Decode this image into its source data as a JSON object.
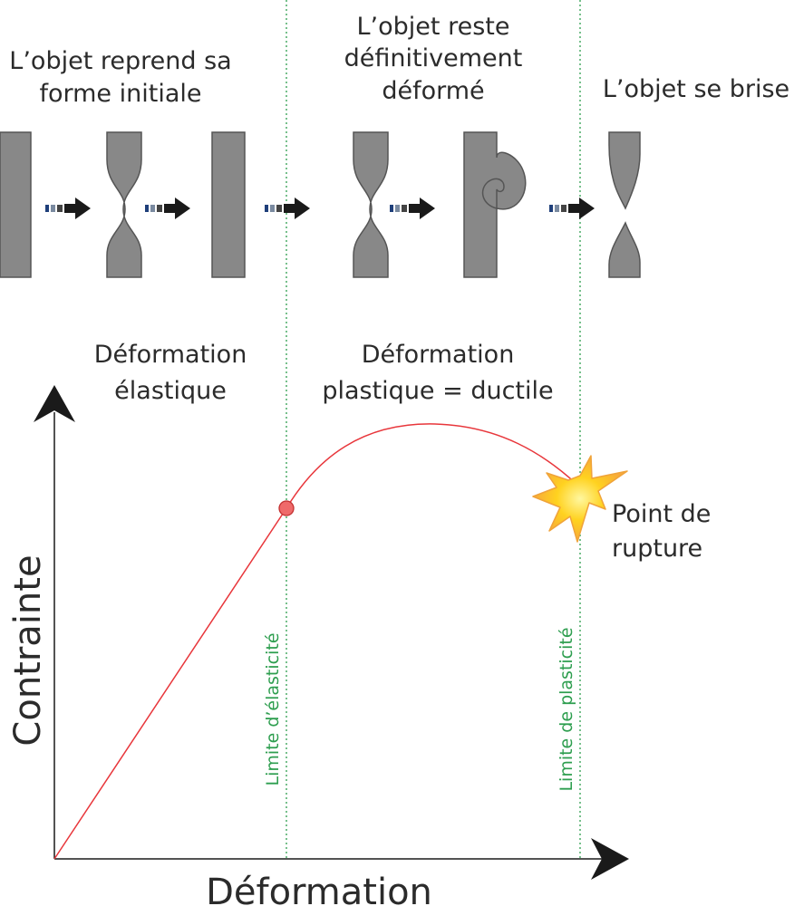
{
  "header_labels": {
    "elastic_line1": "L’objet reprend sa",
    "elastic_line2": "forme initiale",
    "plastic_line1": "L’objet reste",
    "plastic_line2": "définitivement",
    "plastic_line3": "déformé",
    "break_line1": "L’objet se brise"
  },
  "zones": {
    "elastic_line1": "Déformation",
    "elastic_line2": "élastique",
    "plastic_line1": "Déformation",
    "plastic_line2": "plastique = ductile"
  },
  "limits": {
    "elasticity": "Limite d’élasticité",
    "plasticity": "Limite de plasticité"
  },
  "rupture": {
    "line1": "Point de",
    "line2": "rupture"
  },
  "axes": {
    "x_label": "Déformation",
    "y_label": "Contrainte"
  },
  "colors": {
    "shape_fill": "#888888",
    "shape_stroke": "#555555",
    "curve": "#e8363b",
    "limit_line": "#2e9e4f",
    "arrow": "#1a1a1a",
    "marker_fill": "#ef6a6a",
    "star_fill": "#ffd21f",
    "star_stroke": "#f0a33a"
  },
  "icons": {
    "arrow": "right-arrow-icon",
    "explosion": "rupture-star-icon"
  }
}
